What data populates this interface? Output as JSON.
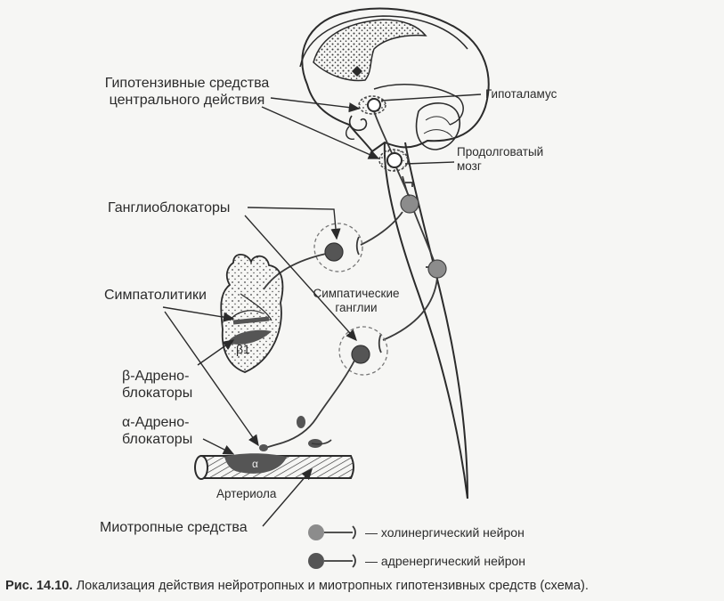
{
  "labels": {
    "central_line1": "Гипотензивные средства",
    "central_line2": "центрального действия",
    "hypothalamus": "Гипоталамус",
    "medulla_line1": "Продолговатый",
    "medulla_line2": "мозг",
    "ganglioblockers": "Ганглиоблокаторы",
    "sympatholytics": "Симпатолитики",
    "ganglia_line1": "Симпатические",
    "ganglia_line2": "ганглии",
    "beta_line1": "β-Адрено-",
    "beta_line2": "блокаторы",
    "alpha_line1": "α-Адрено-",
    "alpha_line2": "блокаторы",
    "arteriole": "Артериола",
    "myotropic": "Миотропные средства",
    "beta1_receptor": "β1",
    "alpha_receptor": "α"
  },
  "legend": {
    "cholinergic": "— холинергический нейрон",
    "adrenergic": "— адренергический нейрон"
  },
  "caption": {
    "prefix": "Рис. 14.10.",
    "text": " Локализация действия нейротропных и миотропных гипотензивных средств (схема)."
  },
  "colors": {
    "cholinergic_neuron": "#8c8c8c",
    "adrenergic_neuron": "#555555",
    "line": "#3a3a3a"
  }
}
